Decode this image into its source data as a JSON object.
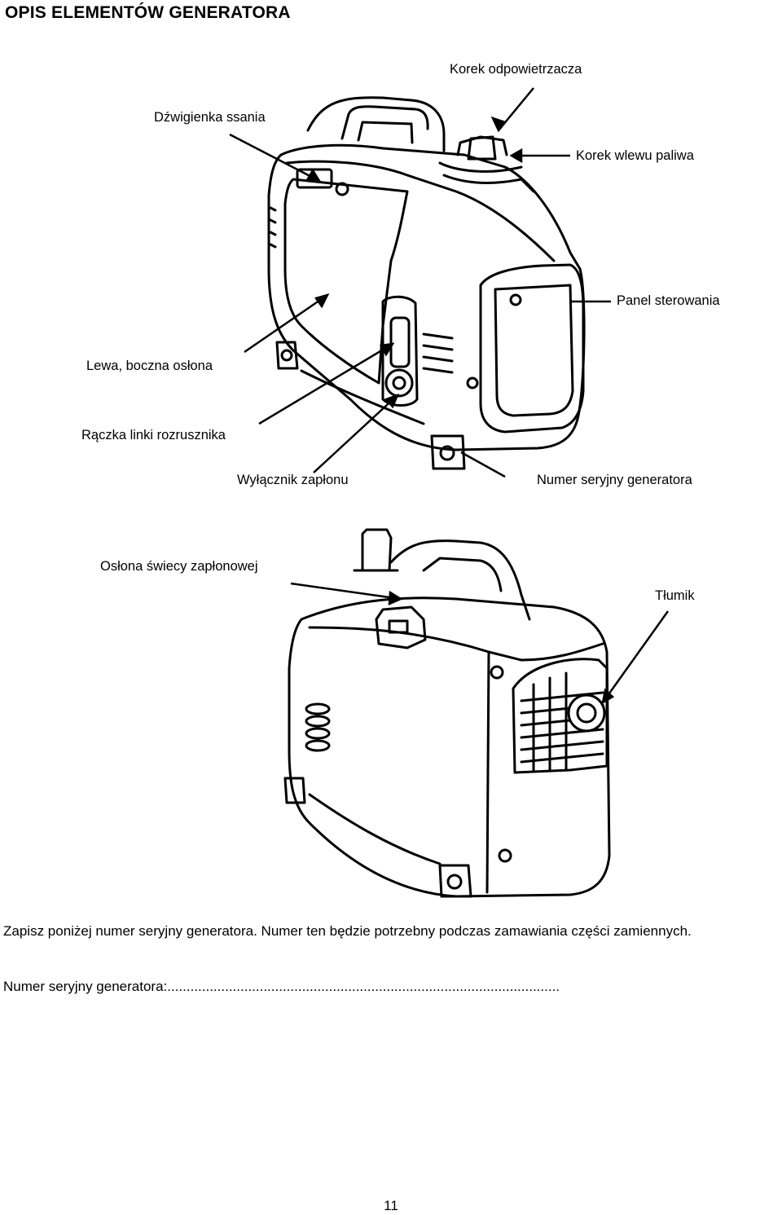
{
  "page": {
    "title": "OPIS ELEMENTÓW GENERATORA",
    "page_number": "11"
  },
  "figure1": {
    "labels": {
      "vent_cap": "Korek odpowietrzacza",
      "choke_lever": "Dźwigienka ssania",
      "fuel_cap": "Korek wlewu paliwa",
      "control_panel": "Panel sterowania",
      "left_cover": "Lewa, boczna osłona",
      "starter_handle": "Rączka linki rozrusznika",
      "ignition_switch": "Wyłącznik zapłonu",
      "serial_number": "Numer seryjny generatora"
    }
  },
  "figure2": {
    "labels": {
      "spark_plug_cover": "Osłona świecy zapłonowej",
      "muffler": "Tłumik"
    }
  },
  "text": {
    "note": "Zapisz poniżej numer seryjny generatora. Numer ten będzie potrzebny podczas zamawiania części zamiennych.",
    "serial_field": "Numer seryjny generatora:......................................................................................................"
  }
}
